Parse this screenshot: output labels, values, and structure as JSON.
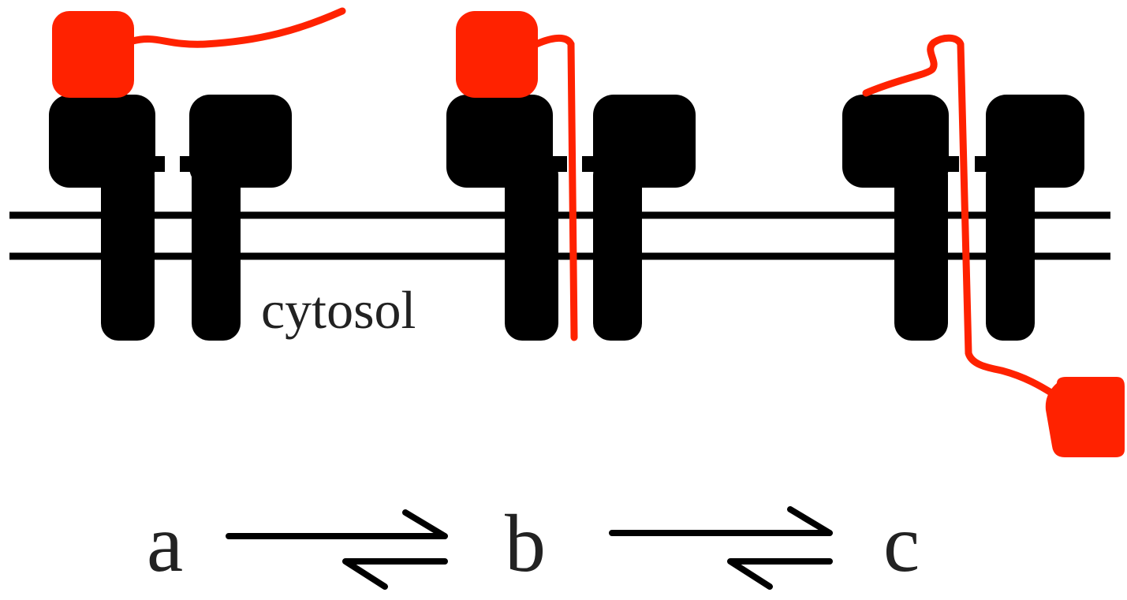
{
  "labels": {
    "cytosol": "cytosol",
    "state_a": "a",
    "state_b": "b",
    "state_c": "c"
  },
  "colors": {
    "channel": "#000000",
    "protein": "#ff2200",
    "membrane": "#000000",
    "text": "#222222"
  }
}
